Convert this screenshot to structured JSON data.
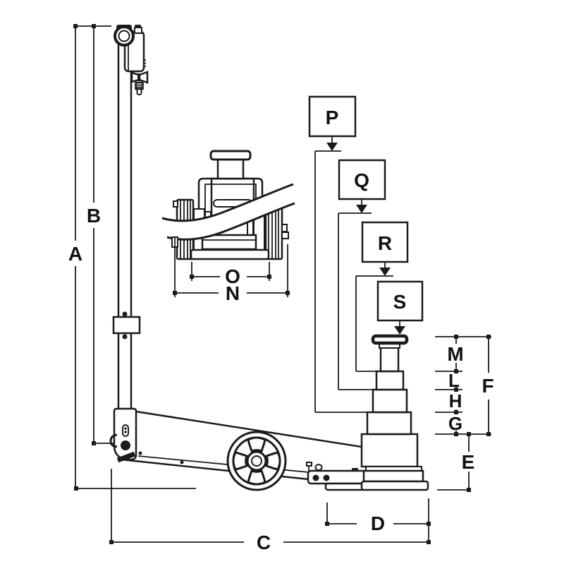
{
  "diagram": {
    "background": "#ffffff",
    "line_color": "#1b1b1b",
    "dimension_labels": {
      "A": "A",
      "B": "B",
      "C": "C",
      "D": "D",
      "E": "E",
      "F": "F",
      "G": "G",
      "H": "H",
      "L": "L",
      "M": "M",
      "N": "N",
      "O": "O"
    },
    "stage_callouts": {
      "P": "P",
      "Q": "Q",
      "R": "R",
      "S": "S"
    }
  }
}
